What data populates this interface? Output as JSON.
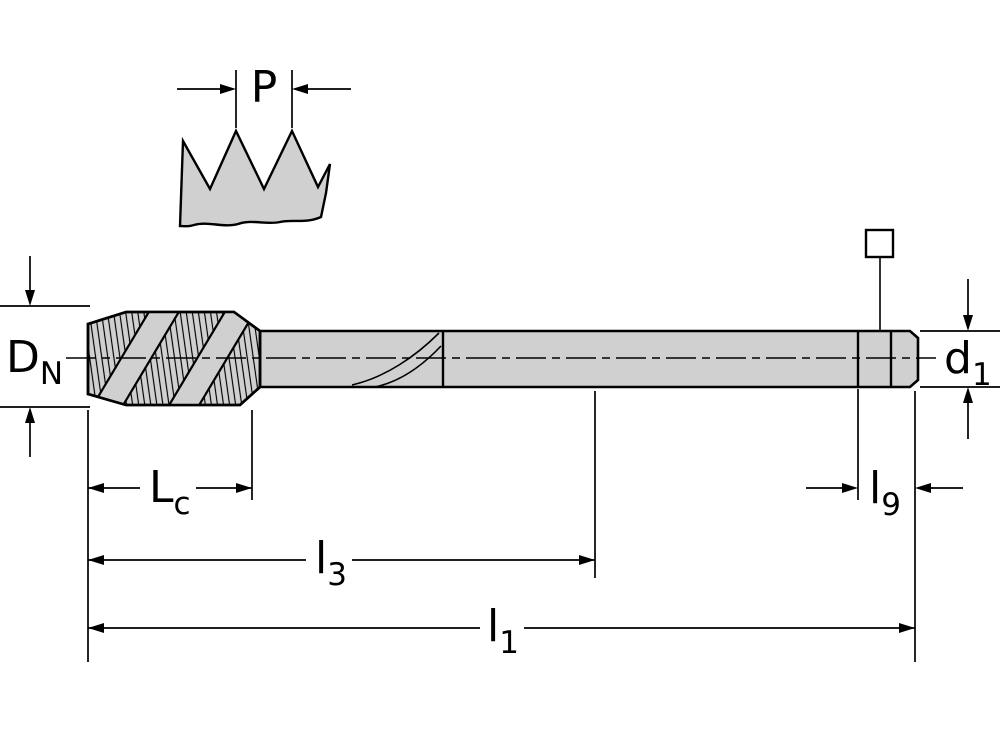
{
  "diagram": {
    "colors": {
      "line": "#000000",
      "part_fill": "#d0d0d0",
      "background": "#ffffff"
    },
    "labels": {
      "pitch": {
        "main": "P",
        "sub": ""
      },
      "nominal_diameter": {
        "main": "D",
        "sub": "N"
      },
      "shank_diameter": {
        "main": "d",
        "sub": "1"
      },
      "chamfer_length": {
        "main": "L",
        "sub": "c"
      },
      "thread_length": {
        "main": "l",
        "sub": "3"
      },
      "overall_length": {
        "main": "l",
        "sub": "1"
      },
      "square_length": {
        "main": "l",
        "sub": "9"
      }
    }
  }
}
